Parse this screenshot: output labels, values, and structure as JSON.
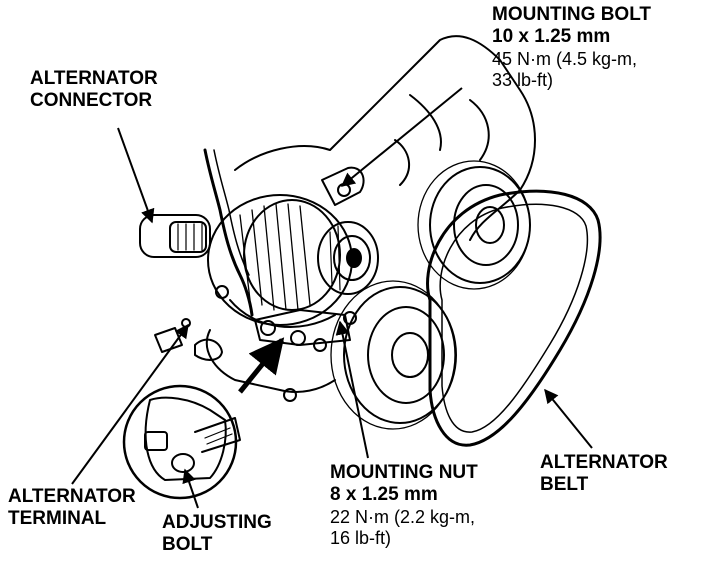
{
  "labels": {
    "mounting_bolt": {
      "title": "MOUNTING BOLT",
      "size": "10 x 1.25 mm",
      "torque_line1": "45 N·m (4.5 kg-m,",
      "torque_line2": "33 lb-ft)"
    },
    "alternator_connector": {
      "line1": "ALTERNATOR",
      "line2": "CONNECTOR"
    },
    "alternator_terminal": {
      "line1": "ALTERNATOR",
      "line2": "TERMINAL"
    },
    "adjusting_bolt": {
      "line1": "ADJUSTING",
      "line2": "BOLT"
    },
    "mounting_nut": {
      "title": "MOUNTING NUT",
      "size": "8 x 1.25 mm",
      "torque_line1": "22 N·m (2.2 kg-m,",
      "torque_line2": "16 lb-ft)"
    },
    "alternator_belt": {
      "line1": "ALTERNATOR",
      "line2": "BELT"
    }
  },
  "colors": {
    "ink": "#000000",
    "paper": "#ffffff"
  }
}
